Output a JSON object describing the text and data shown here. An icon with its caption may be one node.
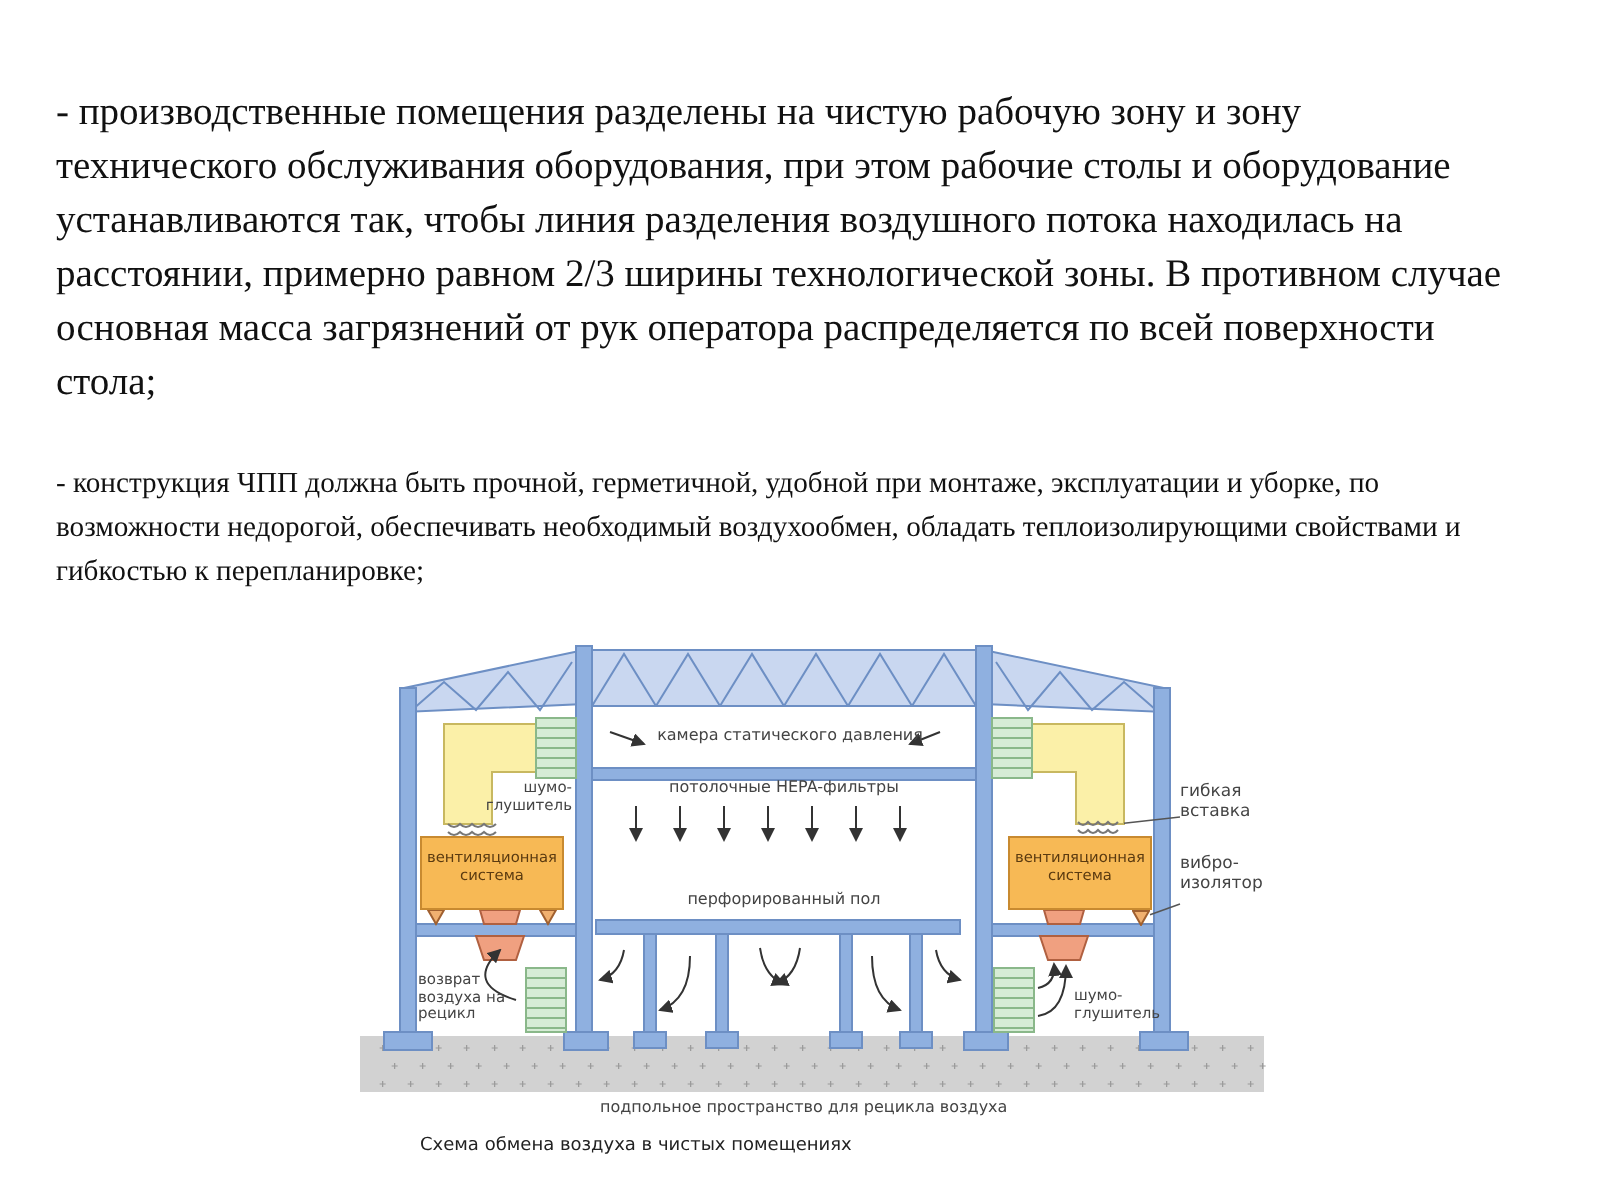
{
  "diagram": {
    "caption": "Схема обмена воздуха в чистых помещениях",
    "nodes": [
      {
        "text": [
          "вентиляционная система"
        ]
      },
      {
        "text": [
          "вентиляционная система"
        ]
      },
      {
        "text": [
          "гибкая вставка"
        ]
      },
      {
        "text": [],
        "shape": "picture"
      },
      {
        "text": [
          "вибро-изолятор"
        ]
      },
      {
        "text": [],
        "shape": "picture"
      }
    ],
    "edges": [
      {
        "from": 2,
        "to": 3,
        "arrow": "none"
      },
      {
        "from": 4,
        "to": 5,
        "arrow": "none"
      }
    ],
    "labels": [
      "- производственные помещения разделены на чистую рабочую зону и зону технического обслуживания оборудования, при этом рабочие столы и оборудование устанавливаются так, чтобы линия разделения воздушного потока находилась на расстоянии, примерно равном 2/3 ширины технологической зоны. В противном случае основная масса загрязнений от рук оператора распределяется по всей поверхности стола;",
      "- конструкция ЧПП должна быть прочной, герметичной, удобной при монтаже, эксплуатации и уборке, по возможности недорогой, обеспечивать необходимый воздухообмен, обладать теплоизолирующими свойствами и гибкостью к перепланировке;",
      "камера статического давления",
      "шумо-глушитель",
      "потолочные HEPA-фильтры",
      "перфорированный пол",
      "возврат воздуха на рецикл",
      "шумо-глушитель",
      "подпольное пространство для рецикла воздуха"
    ]
  }
}
